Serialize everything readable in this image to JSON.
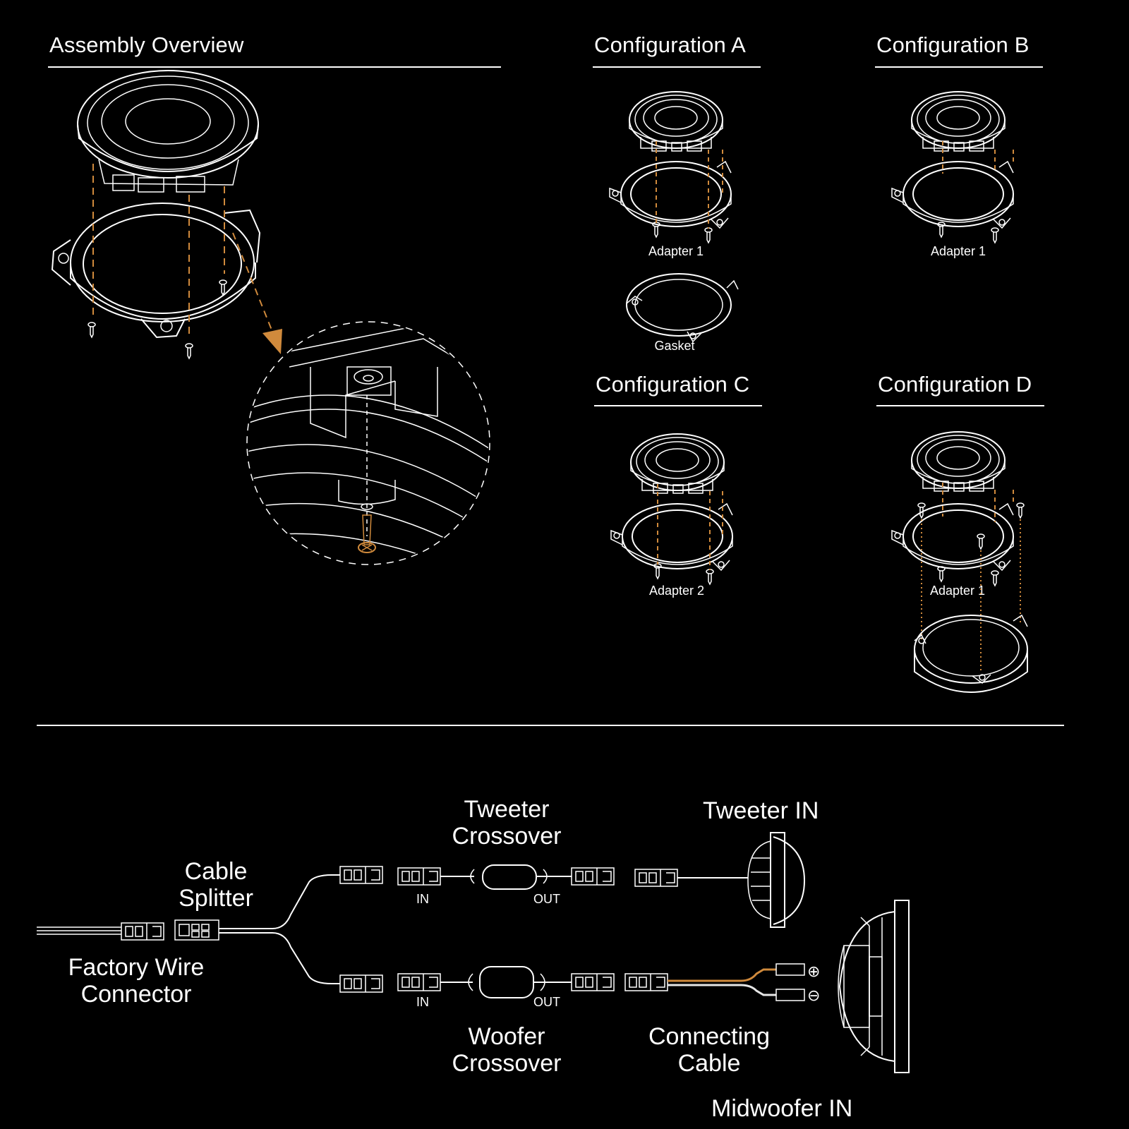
{
  "colors": {
    "background": "#000000",
    "line": "#ffffff",
    "accent": "#d08a3c"
  },
  "sections": {
    "assembly_overview": {
      "title": "Assembly Overview"
    },
    "config_a": {
      "title": "Configuration A",
      "adapter_label": "Adapter 1",
      "gasket_label": "Gasket"
    },
    "config_b": {
      "title": "Configuration B",
      "adapter_label": "Adapter 1"
    },
    "config_c": {
      "title": "Configuration C",
      "adapter_label": "Adapter 2"
    },
    "config_d": {
      "title": "Configuration D",
      "adapter_label": "Adapter 1"
    }
  },
  "wiring": {
    "factory_wire_connector": [
      "Factory Wire",
      "Connector"
    ],
    "cable_splitter": [
      "Cable",
      "Splitter"
    ],
    "tweeter_crossover": [
      "Tweeter",
      "Crossover"
    ],
    "woofer_crossover": [
      "Woofer",
      "Crossover"
    ],
    "tweeter_in": "Tweeter IN",
    "connecting_cable": [
      "Connecting",
      "Cable"
    ],
    "midwoofer_in": "Midwoofer IN",
    "in_label": "IN",
    "out_label": "OUT",
    "plus_symbol": "⊕",
    "minus_symbol": "⊖"
  }
}
